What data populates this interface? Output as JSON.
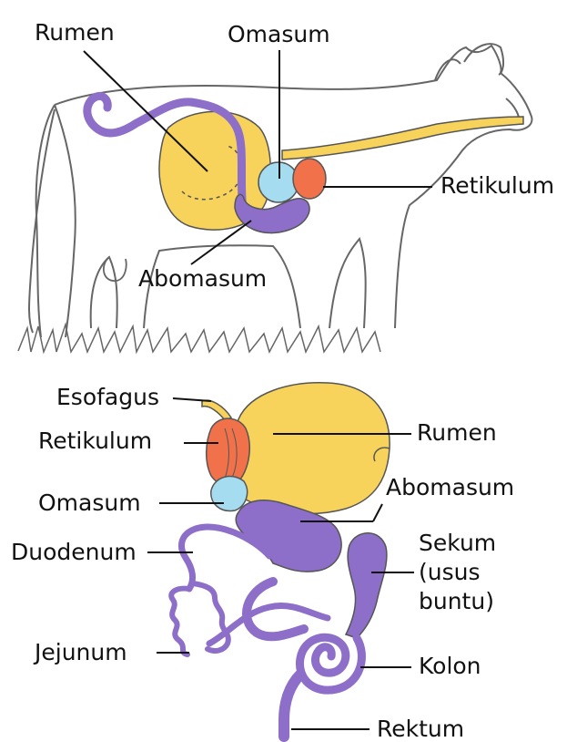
{
  "colors": {
    "rumen": "#f7d35c",
    "reticulum": "#f0714a",
    "omasum": "#a6dcef",
    "abomasum_intestine": "#8d6ec8",
    "outline": "#555555",
    "leader": "#111111"
  },
  "top_labels": {
    "rumen": "Rumen",
    "omasum": "Omasum",
    "retikulum": "Retikulum",
    "abomasum": "Abomasum"
  },
  "bottom_labels": {
    "esofagus": "Esofagus",
    "retikulum": "Retikulum",
    "rumen": "Rumen",
    "abomasum": "Abomasum",
    "omasum": "Omasum",
    "duodenum": "Duodenum",
    "sekum": "Sekum\n(usus\nbuntu)",
    "jejunum": "Jejunum",
    "kolon": "Kolon",
    "rektum": "Rektum"
  }
}
